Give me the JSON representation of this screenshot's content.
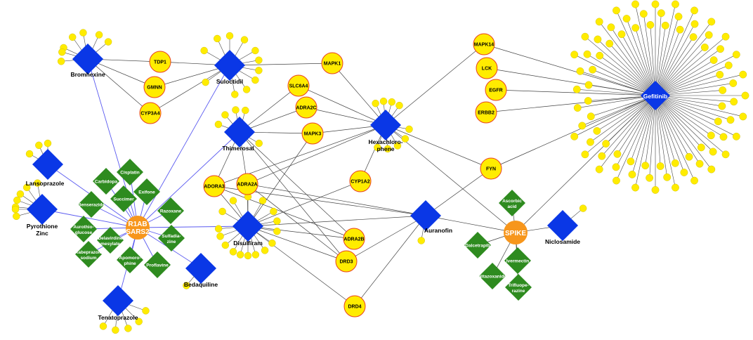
{
  "colors": {
    "drug": "#0a37e6",
    "target": "#ffec00",
    "target_border": "#e8411f",
    "hub": "#f7961c",
    "green": "#2e8b1f",
    "edge_blue": "#5a5af0",
    "edge_dark": "#444444",
    "leaf": "#ffec00"
  },
  "hubs": [
    {
      "id": "r1ab",
      "label_line1": "R1AB",
      "label_line2": "SARS2"
    },
    {
      "id": "spike",
      "label_line1": "SPIKE",
      "label_line2": ""
    }
  ],
  "drugs": [
    {
      "id": "bromhexine",
      "label": "Bromhexine"
    },
    {
      "id": "suloctidil",
      "label": "Suloctidil"
    },
    {
      "id": "thimerosal",
      "label": "Thimerosal"
    },
    {
      "id": "hexachlorophene",
      "label_line1": "Hexachloro-",
      "label_line2": "phene"
    },
    {
      "id": "gefitinib",
      "label": "Gefitinib"
    },
    {
      "id": "lansoprazole",
      "label": "Lansoprazole"
    },
    {
      "id": "pyrothione",
      "label_line1": "Pyrothione",
      "label_line2": "Zinc"
    },
    {
      "id": "disulfiram",
      "label": "Disulfiram"
    },
    {
      "id": "auranofin",
      "label": "Auranofin"
    },
    {
      "id": "bedaquiline",
      "label": "Bedaquiline"
    },
    {
      "id": "tenatoprazole",
      "label": "Tenatoprazole"
    },
    {
      "id": "niclosamide",
      "label": "Niclosamide"
    }
  ],
  "targets": [
    {
      "id": "tdp1",
      "label": "TDP1"
    },
    {
      "id": "gmnn",
      "label": "GMNN"
    },
    {
      "id": "cyp3a4",
      "label": "CYP3A4"
    },
    {
      "id": "mapk1",
      "label": "MAPK1"
    },
    {
      "id": "slc6a4",
      "label": "SLC6A4"
    },
    {
      "id": "adra2c",
      "label": "ADRA2C"
    },
    {
      "id": "mapk3",
      "label": "MAPK3"
    },
    {
      "id": "mapk14",
      "label": "MAPK14"
    },
    {
      "id": "lck",
      "label": "LCK"
    },
    {
      "id": "egfr",
      "label": "EGFR"
    },
    {
      "id": "erbb2",
      "label": "ERBB2"
    },
    {
      "id": "fyn",
      "label": "FYN"
    },
    {
      "id": "cyp1a2",
      "label": "CYP1A2"
    },
    {
      "id": "adora3",
      "label": "ADORA3"
    },
    {
      "id": "adra2a",
      "label": "ADRA2A"
    },
    {
      "id": "adra2b",
      "label": "ADRA2B"
    },
    {
      "id": "drd3",
      "label": "DRD3"
    },
    {
      "id": "drd4",
      "label": "DRD4"
    }
  ],
  "green_drugs": [
    {
      "id": "cisplatin",
      "label_line1": "Cisplatin",
      "label_line2": ""
    },
    {
      "id": "carbidopa",
      "label_line1": "Carbidopa",
      "label_line2": ""
    },
    {
      "id": "exifone",
      "label_line1": "Exifone",
      "label_line2": ""
    },
    {
      "id": "succimer",
      "label_line1": "Succimer",
      "label_line2": ""
    },
    {
      "id": "benserazide",
      "label_line1": "Benserazide",
      "label_line2": ""
    },
    {
      "id": "razoxane",
      "label_line1": "Razoxane",
      "label_line2": ""
    },
    {
      "id": "aurothioglucose",
      "label_line1": "Aurothio-",
      "label_line2": "glucose"
    },
    {
      "id": "delavirdine",
      "label_line1": "Delavirdine",
      "label_line2": "mesylate"
    },
    {
      "id": "sulfadiazine",
      "label_line1": "Sulfadia-",
      "label_line2": "zine"
    },
    {
      "id": "rabeprazole",
      "label_line1": "Rabeprazole",
      "label_line2": "sodium"
    },
    {
      "id": "apomorphine",
      "label_line1": "Apomoro-",
      "label_line2": "phine"
    },
    {
      "id": "proflavine",
      "label_line1": "Proflavine",
      "label_line2": ""
    },
    {
      "id": "ascorbic",
      "label_line1": "Ascorbic",
      "label_line2": "acid"
    },
    {
      "id": "dalcetrapib",
      "label_line1": "Dalcetrapib",
      "label_line2": ""
    },
    {
      "id": "ivermectin",
      "label_line1": "Ivermectin",
      "label_line2": ""
    },
    {
      "id": "nitazoxanide",
      "label_line1": "Nitazoxanide",
      "label_line2": ""
    },
    {
      "id": "trifluoperazine",
      "label_line1": "Trifluope-",
      "label_line2": "razine"
    }
  ]
}
